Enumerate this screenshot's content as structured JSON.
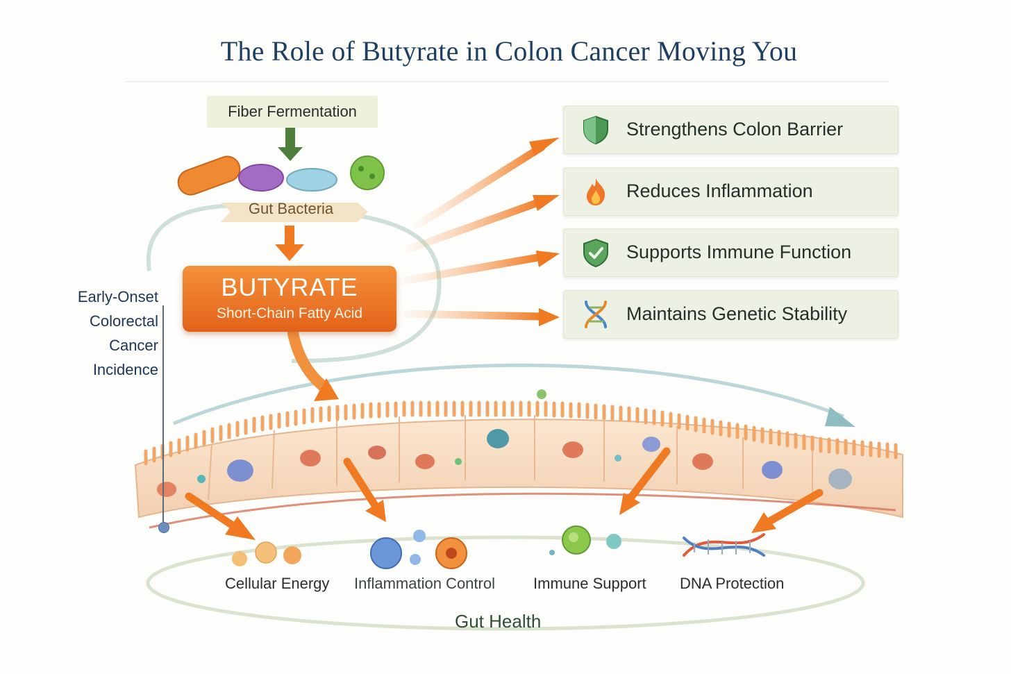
{
  "title": "The Role of Butyrate in Colon Cancer Moving You",
  "input": {
    "label": "Fiber Fermentation"
  },
  "bacteria": {
    "label": "Gut Bacteria"
  },
  "butyrate": {
    "title": "BUTYRATE",
    "subtitle": "Short-Chain Fatty Acid"
  },
  "benefits": [
    {
      "label": "Strengthens Colon Barrier",
      "icon": "shield-icon"
    },
    {
      "label": "Reduces Inflammation",
      "icon": "flame-icon"
    },
    {
      "label": "Supports Immune Function",
      "icon": "shield-check-icon"
    },
    {
      "label": "Maintains Genetic Stability",
      "icon": "dna-icon"
    }
  ],
  "side_label": {
    "lines": [
      "Early-Onset",
      "Colorectal",
      "Cancer",
      "Incidence"
    ]
  },
  "outcomes": [
    {
      "label": "Cellular Energy",
      "icon": "energy-cells-icon"
    },
    {
      "label": "Inflammation Control",
      "icon": "immune-cells-icon"
    },
    {
      "label": "Immune Support",
      "icon": "immune-cell-icon"
    },
    {
      "label": "DNA Protection",
      "icon": "dna-strand-icon"
    }
  ],
  "footer": {
    "label": "Gut Health"
  },
  "colors": {
    "title": "#1f3f62",
    "accent_orange": "#ef7a25",
    "panel": "#edf1e3",
    "benefit_text": "#23302a"
  }
}
